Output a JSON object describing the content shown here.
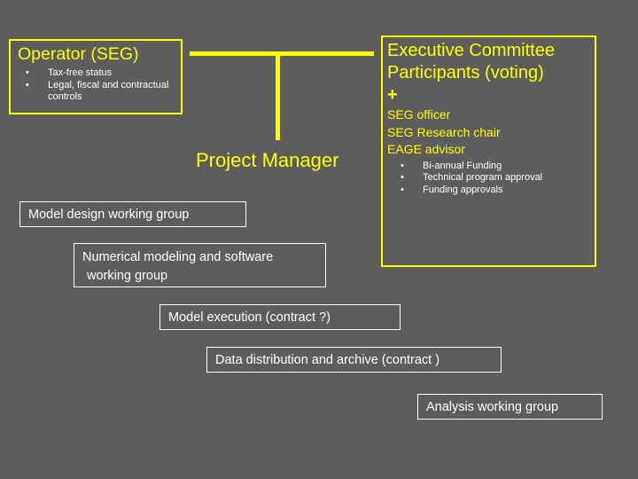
{
  "slide": {
    "background_color": "#5d5d5d",
    "accent_color": "#ffff00",
    "text_color": "#ffffff"
  },
  "operator_box": {
    "title": "Operator (SEG)",
    "bullets": [
      "Tax-free status",
      "Legal, fiscal and contractual controls"
    ],
    "bullet_glyph": "•"
  },
  "executive_box": {
    "title_line1": "Executive Committee",
    "title_line2": "Participants (voting)",
    "plus": "+",
    "roles": [
      "SEG officer",
      "SEG Research chair",
      "EAGE advisor"
    ],
    "bullets": [
      "Bi-annual Funding",
      "Technical program approval",
      "Funding approvals"
    ],
    "bullet_glyph": "•"
  },
  "project_manager": {
    "label": "Project Manager"
  },
  "working_groups": [
    {
      "id": "model-design",
      "label": "Model design working group"
    },
    {
      "id": "numerical",
      "label_line1": "Numerical modeling and software",
      "label_line2": "working group"
    },
    {
      "id": "model-execution",
      "label": "Model execution (contract ?)"
    },
    {
      "id": "data-distribution",
      "label": "Data distribution and archive (contract )"
    },
    {
      "id": "analysis",
      "label": "Analysis working group"
    }
  ]
}
